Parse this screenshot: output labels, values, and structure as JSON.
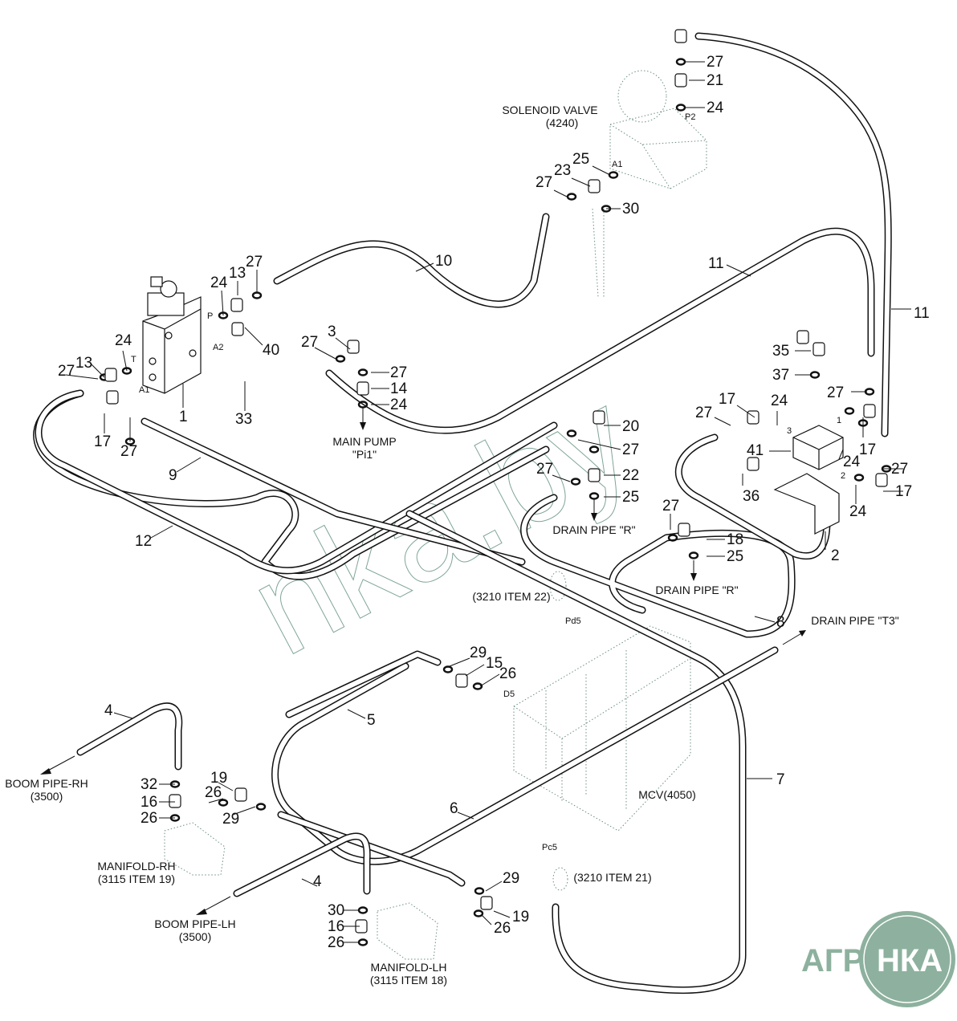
{
  "diagram": {
    "title_components": {
      "solenoid_valve": [
        "SOLENOID VALVE",
        "(4240)"
      ],
      "main_pump": [
        "MAIN PUMP",
        "\"Pi1\""
      ],
      "drain_pipe_r_1": "DRAIN PIPE \"R\"",
      "drain_pipe_r_2": "DRAIN PIPE \"R\"",
      "drain_pipe_t3": "DRAIN PIPE \"T3\"",
      "item22_ref": "(3210 ITEM 22)",
      "item21_ref": "(3210 ITEM 21)",
      "mcv": "MCV(4050)",
      "boom_pipe_rh": [
        "BOOM PIPE-RH",
        "(3500)"
      ],
      "boom_pipe_lh": [
        "BOOM PIPE-LH",
        "(3500)"
      ],
      "manifold_rh": [
        "MANIFOLD-RH",
        "(3115 ITEM 19)"
      ],
      "manifold_lh": [
        "MANIFOLD-LH",
        "(3115 ITEM 18)"
      ]
    },
    "port_labels": [
      {
        "id": "p2",
        "text": "P2"
      },
      {
        "id": "a1-sol",
        "text": "A1"
      },
      {
        "id": "p",
        "text": "P"
      },
      {
        "id": "a2",
        "text": "A2"
      },
      {
        "id": "t",
        "text": "T"
      },
      {
        "id": "a1-blk",
        "text": "A1"
      },
      {
        "id": "pd5",
        "text": "Pd5"
      },
      {
        "id": "d5",
        "text": "D5"
      },
      {
        "id": "pc5",
        "text": "Pc5"
      },
      {
        "id": "port1",
        "text": "1"
      },
      {
        "id": "port2",
        "text": "2"
      },
      {
        "id": "port3",
        "text": "3"
      }
    ],
    "callouts": [
      {
        "n": "27"
      },
      {
        "n": "21"
      },
      {
        "n": "24"
      },
      {
        "n": "25"
      },
      {
        "n": "23"
      },
      {
        "n": "27"
      },
      {
        "n": "30"
      },
      {
        "n": "10"
      },
      {
        "n": "11"
      },
      {
        "n": "11"
      },
      {
        "n": "24"
      },
      {
        "n": "13"
      },
      {
        "n": "27"
      },
      {
        "n": "40"
      },
      {
        "n": "33"
      },
      {
        "n": "1"
      },
      {
        "n": "24"
      },
      {
        "n": "13"
      },
      {
        "n": "27"
      },
      {
        "n": "17"
      },
      {
        "n": "27"
      },
      {
        "n": "3"
      },
      {
        "n": "27"
      },
      {
        "n": "27"
      },
      {
        "n": "14"
      },
      {
        "n": "24"
      },
      {
        "n": "9"
      },
      {
        "n": "12"
      },
      {
        "n": "20"
      },
      {
        "n": "27"
      },
      {
        "n": "27"
      },
      {
        "n": "22"
      },
      {
        "n": "25"
      },
      {
        "n": "35"
      },
      {
        "n": "37"
      },
      {
        "n": "27"
      },
      {
        "n": "17"
      },
      {
        "n": "24"
      },
      {
        "n": "17"
      },
      {
        "n": "27"
      },
      {
        "n": "41"
      },
      {
        "n": "24"
      },
      {
        "n": "27"
      },
      {
        "n": "17"
      },
      {
        "n": "36"
      },
      {
        "n": "24"
      },
      {
        "n": "2"
      },
      {
        "n": "27"
      },
      {
        "n": "18"
      },
      {
        "n": "25"
      },
      {
        "n": "8"
      },
      {
        "n": "29"
      },
      {
        "n": "15"
      },
      {
        "n": "26"
      },
      {
        "n": "5"
      },
      {
        "n": "6"
      },
      {
        "n": "7"
      },
      {
        "n": "4"
      },
      {
        "n": "32"
      },
      {
        "n": "16"
      },
      {
        "n": "26"
      },
      {
        "n": "19"
      },
      {
        "n": "26"
      },
      {
        "n": "29"
      },
      {
        "n": "4"
      },
      {
        "n": "30"
      },
      {
        "n": "16"
      },
      {
        "n": "26"
      },
      {
        "n": "29"
      },
      {
        "n": "19"
      },
      {
        "n": "26"
      }
    ]
  },
  "watermark": "nka.by",
  "logo": {
    "text_left": "АГРО",
    "text_right": "НКА",
    "color": "#8db19e"
  }
}
